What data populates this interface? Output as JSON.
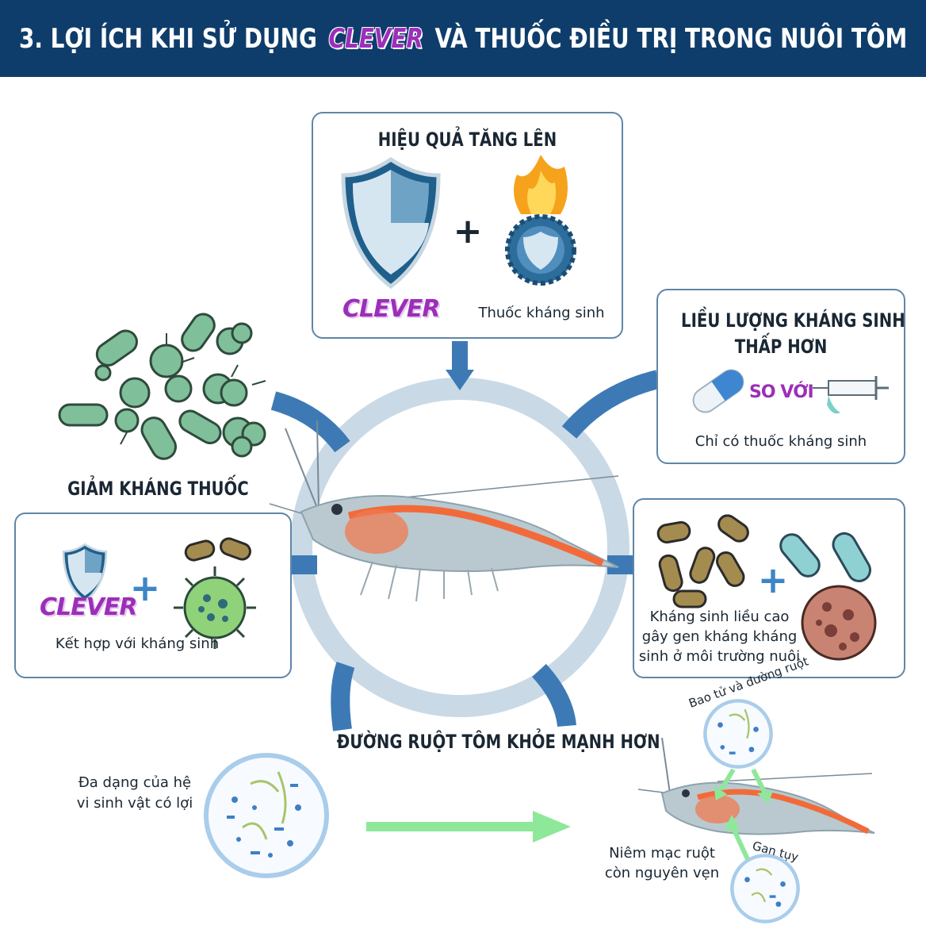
{
  "header": {
    "prefix": "3. LỢI ÍCH KHI SỬ DỤNG",
    "brand": "CLEVER",
    "suffix": "VÀ THUỐC ĐIỀU TRỊ TRONG NUÔI TÔM"
  },
  "colors": {
    "header_bg": "#0f3d6b",
    "brand": "#9b2fb8",
    "card_border": "#5f86a8",
    "arrow_green": "#8ee89a",
    "ring": "#c9d9e6",
    "arc_blue": "#3d7ab5",
    "bacteria_green": "#7fbf9a"
  },
  "top_card": {
    "title": "HIỆU QUẢ TĂNG LÊN",
    "left_label": "CLEVER",
    "right_label": "Thuốc kháng sinh",
    "plus": "+",
    "icons": [
      "shield-icon",
      "burning-shield-badge-icon"
    ]
  },
  "right_top_card": {
    "title_line1": "LIỀU LƯỢNG KHÁNG SINH",
    "title_line2": "THẤP HƠN",
    "compare": "SO VỚI",
    "caption": "Chỉ có thuốc kháng sinh",
    "icons": [
      "capsule-icon",
      "syringe-icon"
    ]
  },
  "left_section": {
    "title": "GIẢM KHÁNG THUỐC",
    "card_brand": "CLEVER",
    "plus": "+",
    "caption": "Kết hợp với kháng sinh",
    "icons": [
      "bacteria-cluster-icon",
      "shield-icon",
      "virus-icon"
    ]
  },
  "right_mid_card": {
    "caption_line1": "Kháng sinh liều cao",
    "caption_line2": "gây gen kháng kháng",
    "caption_line3": "sinh ở môi trường nuôi",
    "plus": "+",
    "icons": [
      "bacteria-icon",
      "pathogen-cell-icon"
    ]
  },
  "bottom_section": {
    "title": "ĐƯỜNG RUỘT TÔM KHỎE MẠNH HƠN",
    "left_caption_line1": "Đa dạng của hệ",
    "left_caption_line2": "vi sinh vật có lợi",
    "arc_top": "Bao tử và đường ruột",
    "arc_bottom": "Gan tụy",
    "mucosa_line1": "Niêm mạc ruột",
    "mucosa_line2": "còn nguyên vẹn",
    "icons": [
      "microbiome-dish-icon",
      "shrimp-icon",
      "arrow-right-icon"
    ]
  }
}
